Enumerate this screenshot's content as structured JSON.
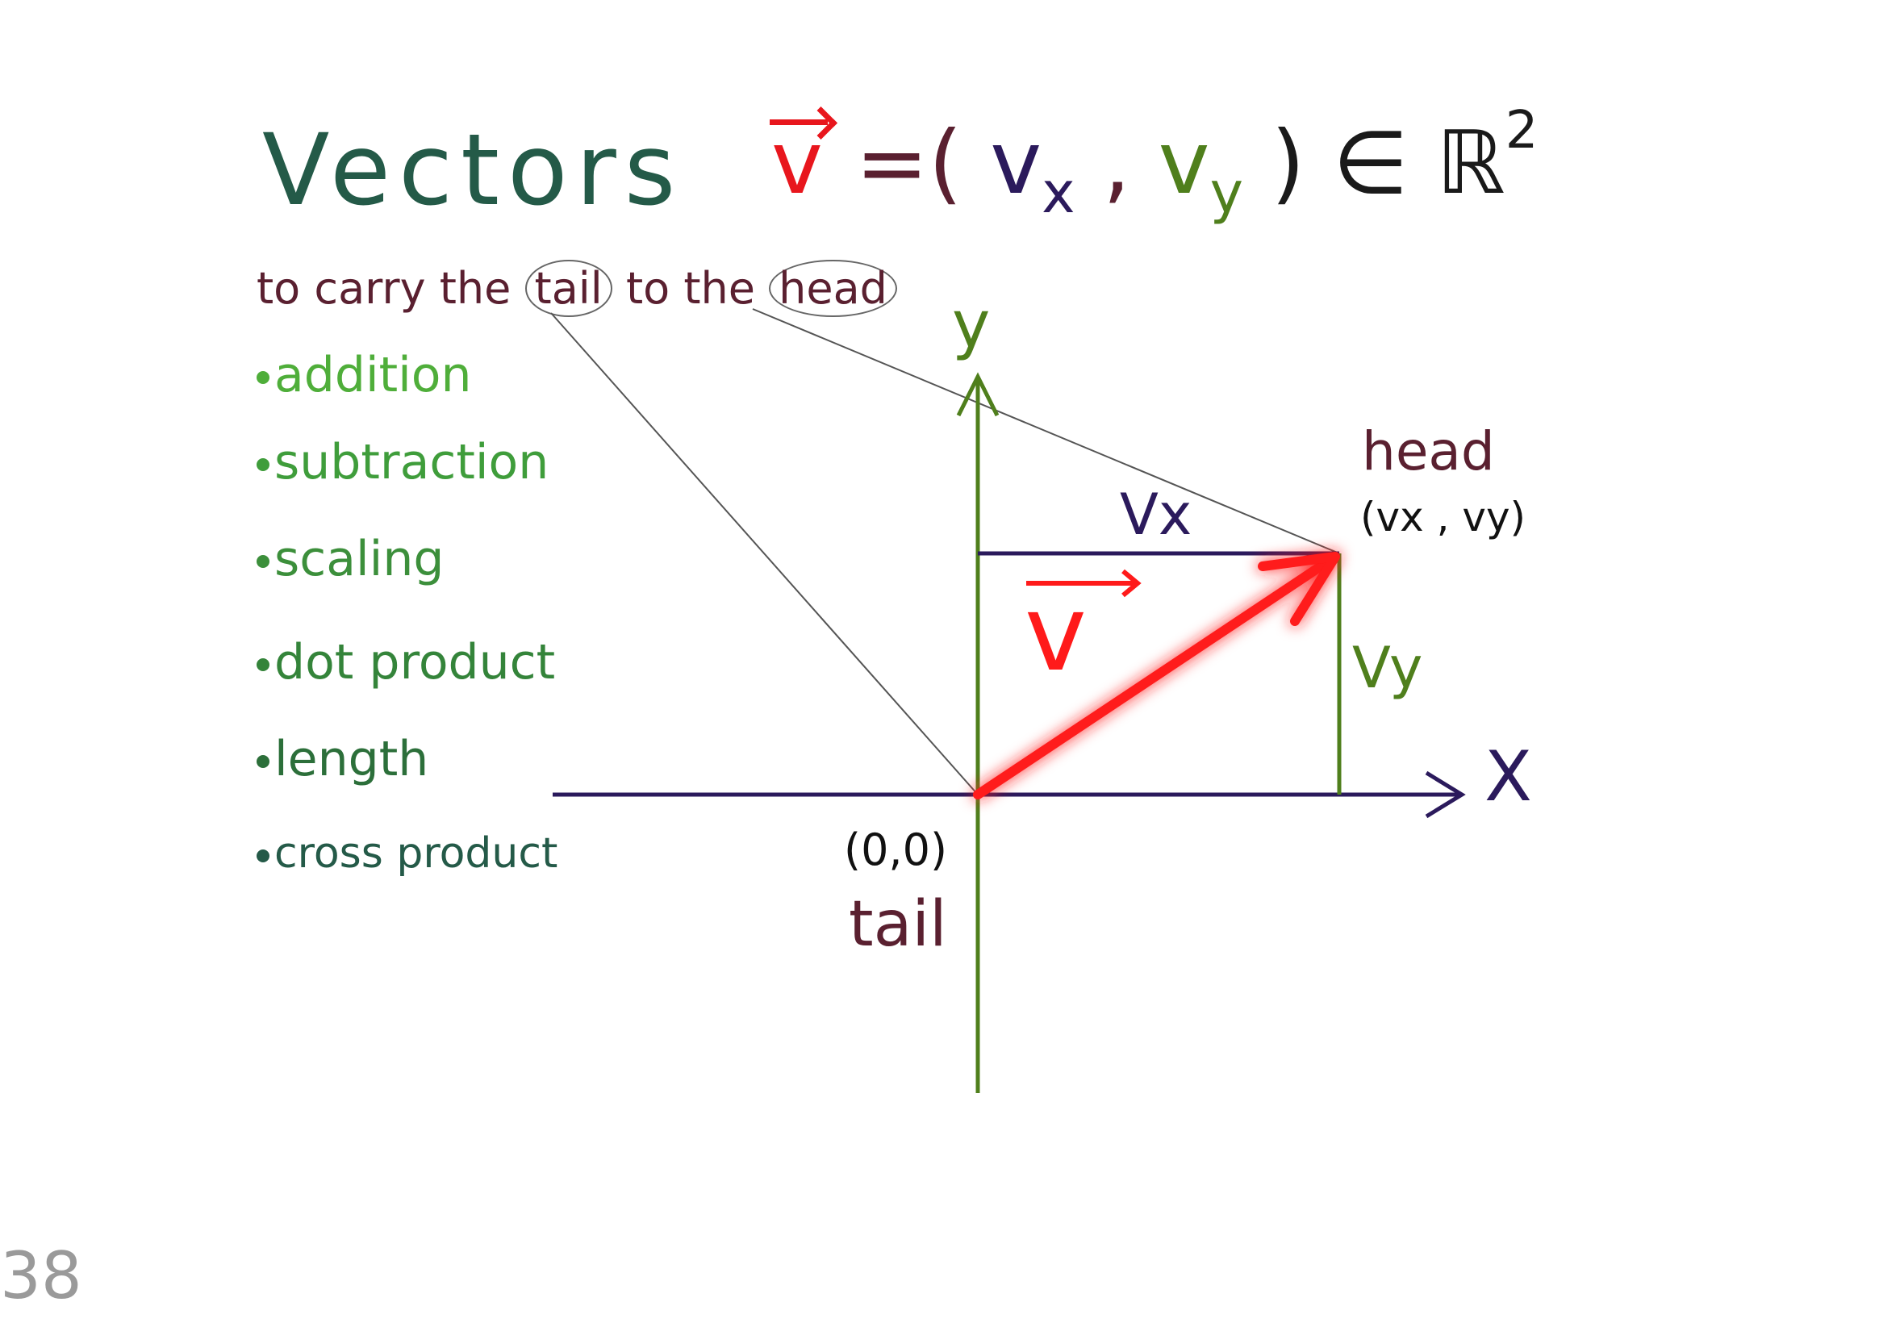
{
  "title": "Vectors",
  "formula": {
    "vector": "v",
    "equals_open": "=(",
    "vx_base": "v",
    "vx_sub": "x",
    "comma": " , ",
    "vy_base": "v",
    "vy_sub": "y",
    "close_in": ") ∈ ℝ",
    "exponent": "2"
  },
  "tagline": {
    "part1": "to carry the ",
    "tail": "tail",
    "part2": " to the ",
    "head": "head"
  },
  "operations": [
    {
      "label": "addition",
      "color": "#4fae3a"
    },
    {
      "label": "subtraction",
      "color": "#3f9d3b"
    },
    {
      "label": "scaling",
      "color": "#3c8f3b"
    },
    {
      "label": "dot product",
      "color": "#34843a"
    },
    {
      "label": "length",
      "color": "#2c6f3a"
    },
    {
      "label": "cross product",
      "color": "#245a48"
    }
  ],
  "diagram": {
    "y_axis_label": "y",
    "x_axis_label": "X",
    "vx_label": "Vx",
    "vy_label": "Vy",
    "vector_label": "v",
    "head_label": "head",
    "head_coord": "(vx , vy)",
    "origin_coord": "(0,0)",
    "tail_label": "tail",
    "colors": {
      "y_axis": "#4f7f1c",
      "x_axis": "#2b1a5c",
      "vector": "#ff1a1a",
      "vx": "#2b1a5c",
      "vy": "#4f7f1c",
      "text_dark": "#5a2030"
    }
  },
  "page_number": "38"
}
